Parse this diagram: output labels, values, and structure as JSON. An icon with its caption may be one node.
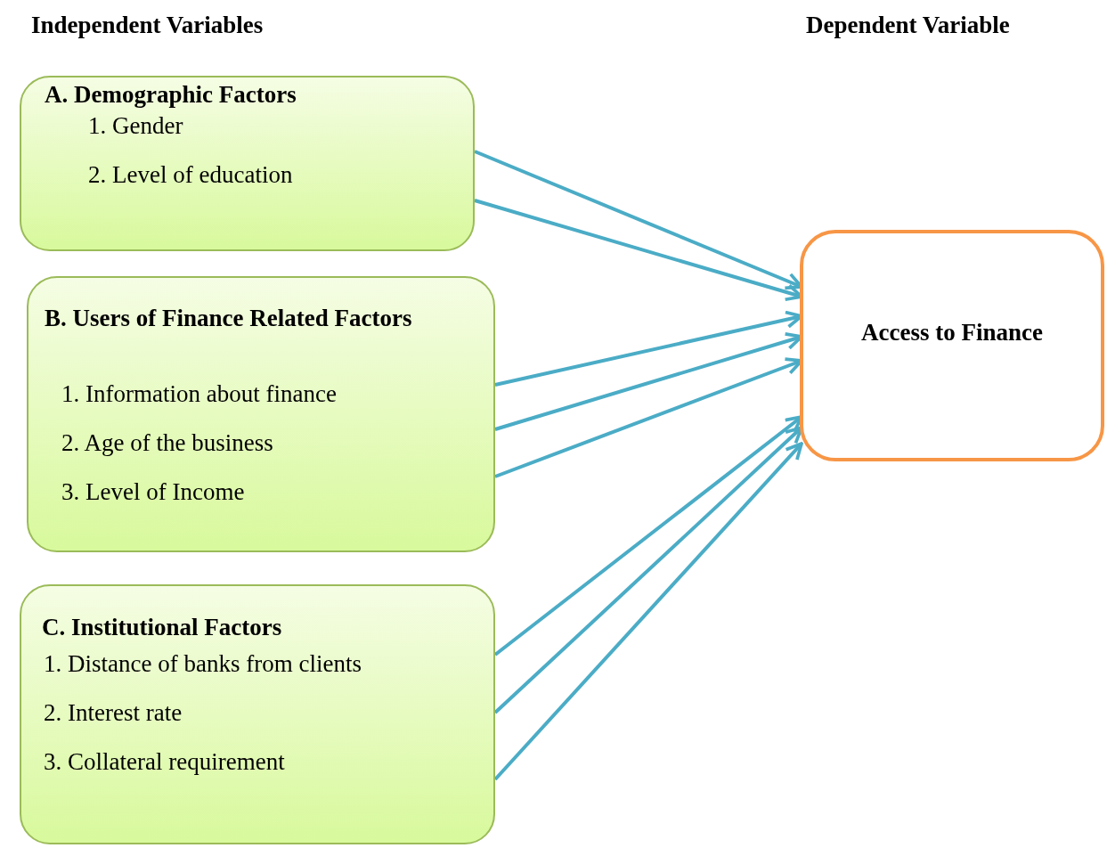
{
  "diagram": {
    "nodes": [
      {
        "text": [
          "A. Demographic Factors",
          "1. Gender",
          "2. Level of education"
        ]
      },
      {
        "text": [
          "B. Users of Finance Related Factors",
          "1. Information about finance",
          "2. Age of the business",
          "3. Level of Income"
        ]
      },
      {
        "text": [
          "C. Institutional Factors",
          "1. Distance of banks from clients",
          "2. Interest rate",
          "3. Collateral requirement"
        ]
      },
      {
        "text": [
          "Access to Finance"
        ]
      }
    ],
    "edges": [
      {
        "from": 0,
        "to": 3,
        "arrow": "to"
      },
      {
        "from": 0,
        "to": 3,
        "arrow": "to"
      },
      {
        "from": 1,
        "to": 3,
        "arrow": "to"
      },
      {
        "from": 1,
        "to": 3,
        "arrow": "to"
      },
      {
        "from": 1,
        "to": 3,
        "arrow": "to"
      },
      {
        "from": 2,
        "to": 3,
        "arrow": "to"
      },
      {
        "from": 2,
        "to": 3,
        "arrow": "to"
      },
      {
        "from": 2,
        "to": 3,
        "arrow": "to"
      }
    ],
    "labels": [
      "Independent Variables",
      "Dependent Variable"
    ]
  }
}
